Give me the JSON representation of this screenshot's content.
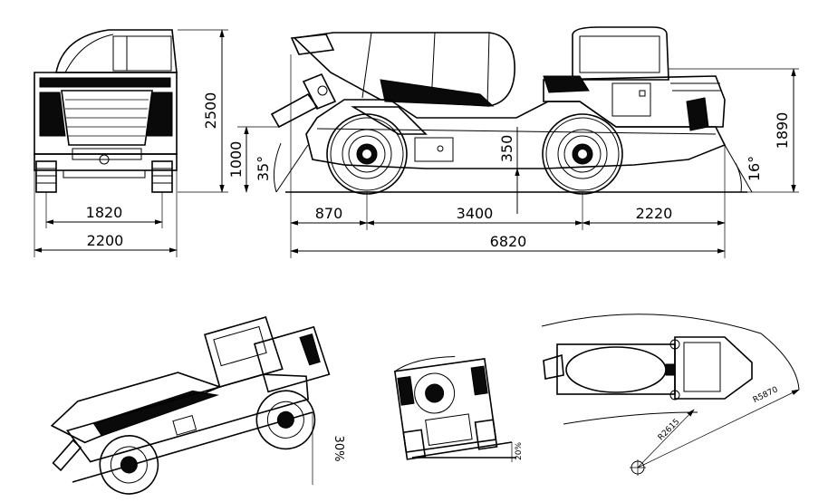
{
  "front_view": {
    "height": "2500",
    "track": "1820",
    "width": "2200"
  },
  "side_view": {
    "length_total": "6820",
    "front_overhang": "870",
    "wheelbase": "3400",
    "rear_overhang": "2220",
    "chute_height": "1000",
    "ground_clearance": "350",
    "cab_height": "1890",
    "approach_angle": "35°",
    "departure_angle": "16°"
  },
  "slope_view": {
    "gradient": "30%"
  },
  "rear_slope_view": {
    "side_tilt": "20%"
  },
  "turning_view": {
    "inner_radius": "R2615",
    "outer_radius": "R5870"
  }
}
